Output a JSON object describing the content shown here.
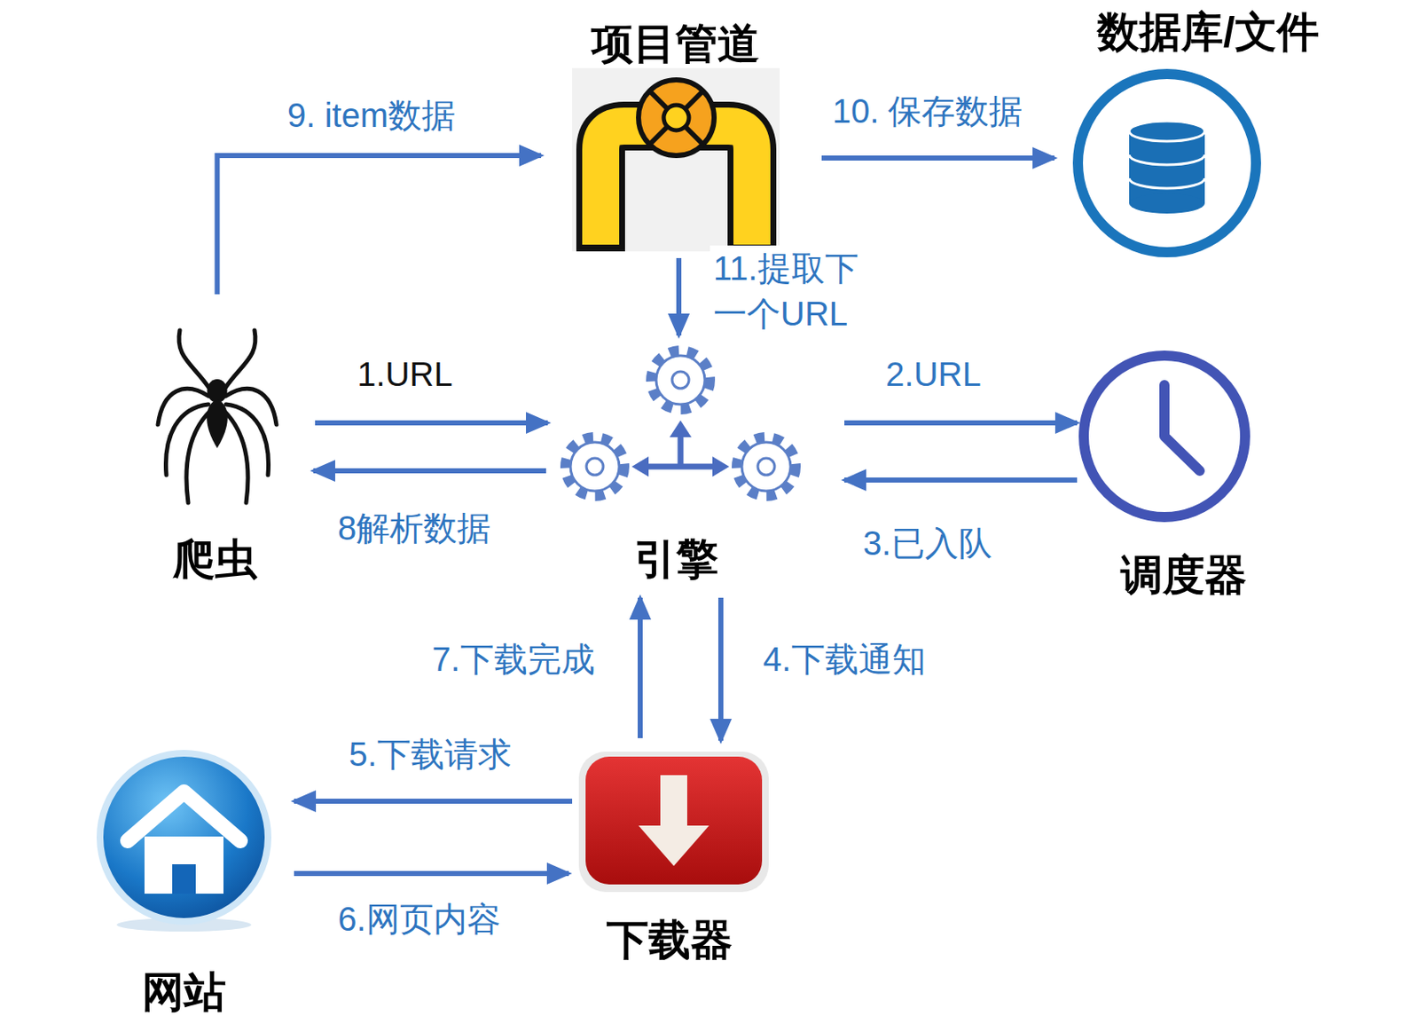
{
  "diagram": {
    "nodes": [
      {
        "text": [
          "项目管道"
        ]
      },
      {
        "text": [
          "数据库/文件"
        ]
      },
      {
        "text": [
          "爬虫"
        ]
      },
      {
        "text": [
          "引擎"
        ]
      },
      {
        "text": [
          "调度器"
        ]
      },
      {
        "text": [
          "下载器"
        ]
      },
      {
        "text": [
          "网站"
        ]
      }
    ],
    "edges": [
      {
        "from": 2,
        "to": 0,
        "label": "9. item数据",
        "arrow": "to"
      },
      {
        "from": 0,
        "to": 1,
        "label": "10. 保存数据",
        "arrow": "to"
      },
      {
        "from": 0,
        "to": 3,
        "label": "11.提取下 一个URL",
        "arrow": "to"
      },
      {
        "from": 2,
        "to": 3,
        "label": "1.URL",
        "arrow": "to"
      },
      {
        "from": 3,
        "to": 2,
        "label": "8解析数据",
        "arrow": "to"
      },
      {
        "from": 3,
        "to": 4,
        "label": "2.URL",
        "arrow": "to"
      },
      {
        "from": 4,
        "to": 3,
        "label": "3.已入队",
        "arrow": "to"
      },
      {
        "from": 5,
        "to": 3,
        "label": "7.下载完成",
        "arrow": "to"
      },
      {
        "from": 3,
        "to": 5,
        "label": "4.下载通知",
        "arrow": "to"
      },
      {
        "from": 5,
        "to": 6,
        "label": "5.下载请求",
        "arrow": "to"
      },
      {
        "from": 6,
        "to": 5,
        "label": "6.网页内容",
        "arrow": "to"
      }
    ]
  }
}
